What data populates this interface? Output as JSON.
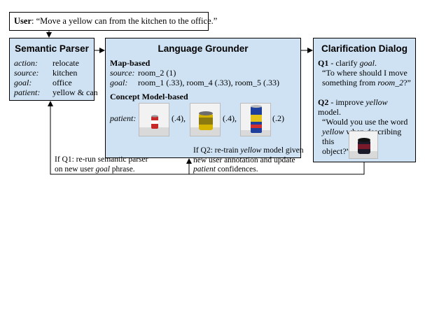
{
  "user": {
    "label": "User",
    "utterance": ": “Move a yellow can from the kitchen to the office.”"
  },
  "semantic_parser": {
    "title": "Semantic Parser",
    "rows": [
      {
        "key": "action:",
        "value": "relocate"
      },
      {
        "key": "source:",
        "value": "kitchen"
      },
      {
        "key": "goal:",
        "value": "office"
      },
      {
        "key": "patient:",
        "value": "yellow & can"
      }
    ]
  },
  "language_grounder": {
    "title": "Language Grounder",
    "map_heading": "Map-based",
    "source_key": "source:",
    "source_value": "room_2 (1)",
    "goal_key": "goal:",
    "goal_value": "room_1 (.33), room_4 (.33), room_5 (.33)",
    "concept_heading": "Concept Model-based",
    "patient_key": "patient:",
    "confidences": [
      "(.4),",
      "(.4),",
      "(.2)"
    ]
  },
  "clarification_dialog": {
    "title": "Clarification Dialog",
    "q1_label": "Q1",
    "q1_intro": " - clarify ",
    "q1_topic": "goal",
    "q1_text_a": "“To where should I move",
    "q1_text_b": "something from ",
    "q1_text_room": "room_2",
    "q1_text_c": "?”",
    "q2_label": "Q2",
    "q2_intro": " - improve ",
    "q2_topic": "yellow",
    "q2_intro_end": " model.",
    "q2_text_a": "“Would you use the word",
    "q2_text_word": "yellow",
    "q2_text_b": " when describing this",
    "q2_text_c": "object?”"
  },
  "feedback": {
    "q1_line1": "If Q1: re-run semantic parser",
    "q1_line2_a": "on new user ",
    "q1_line2_goal": "goal",
    "q1_line2_b": " phrase.",
    "q2_line1_a": "If Q2: re-train ",
    "q2_line1_yellow": "yellow",
    "q2_line1_b": " model given",
    "q2_line2": "new user annotation and update",
    "q2_line3_patient": "patient",
    "q2_line3_b": " confidences."
  },
  "colors": {
    "box_fill": "#cfe2f3",
    "outline": "#000000"
  }
}
